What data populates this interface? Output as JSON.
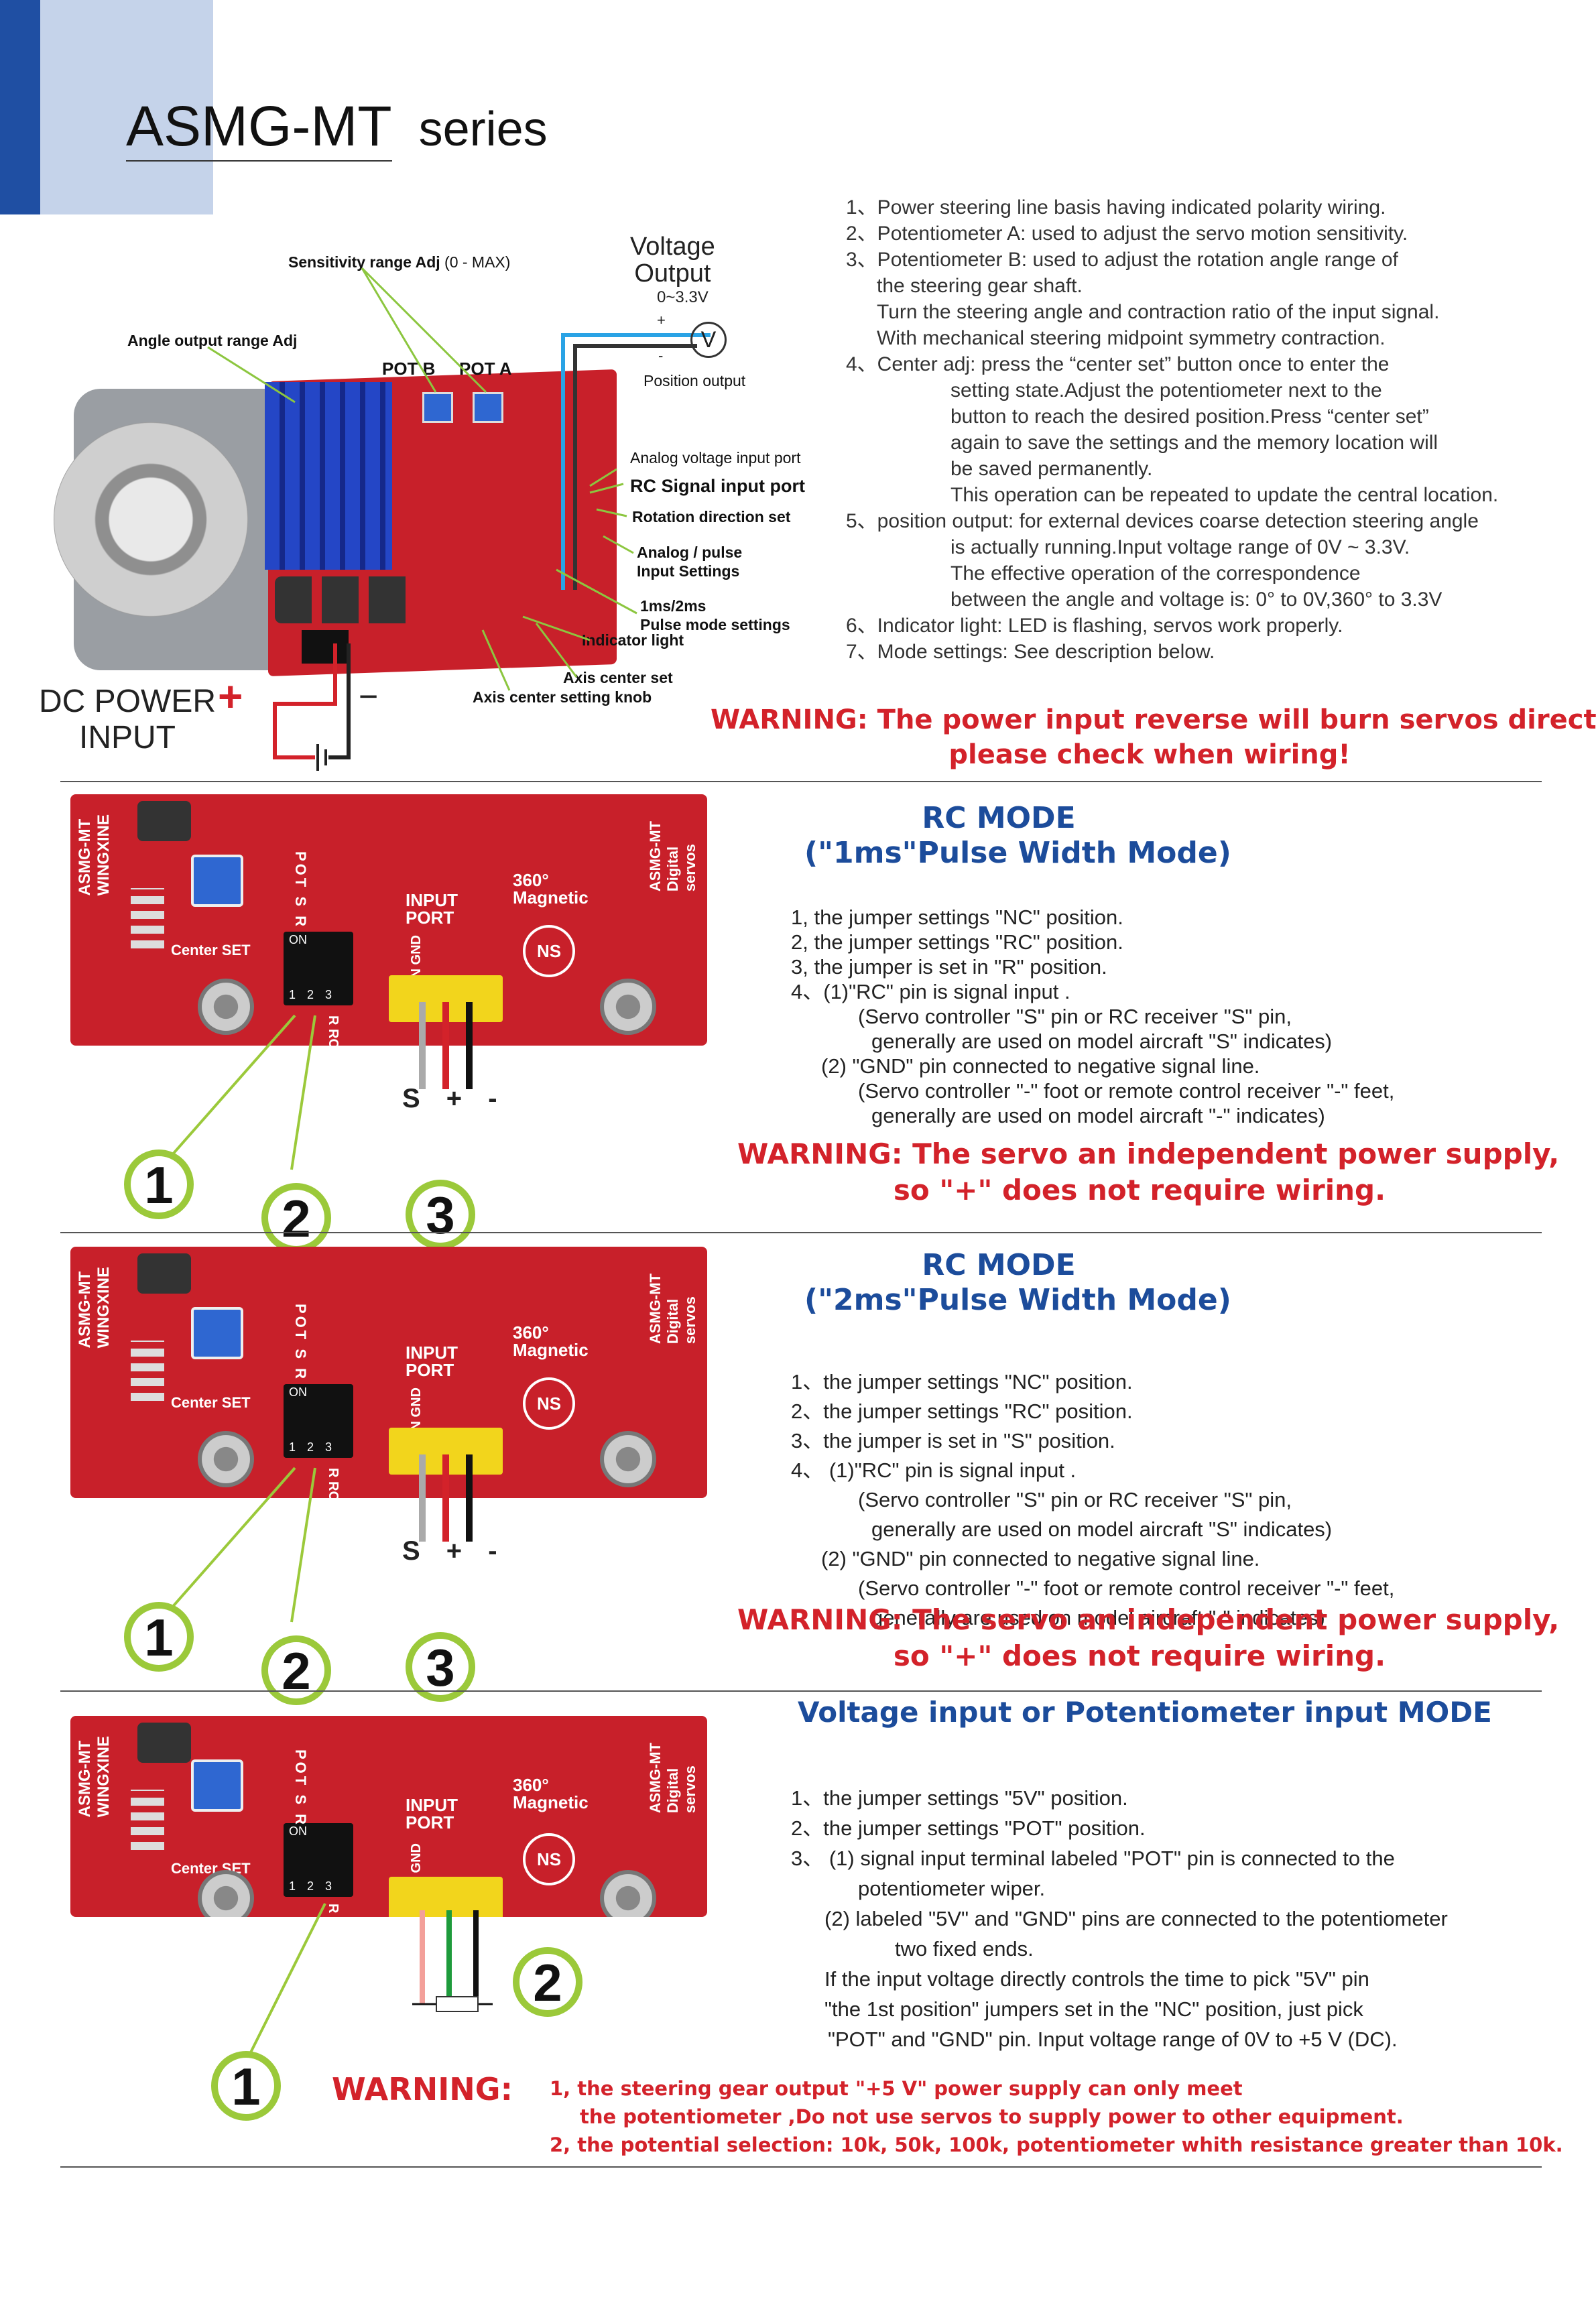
{
  "header": {
    "model": "ASMG-MT",
    "series": "series"
  },
  "diagram": {
    "voltage_output": "Voltage\nOutput",
    "voltage_range": "0~3.3V",
    "plus": "+",
    "minus": "-",
    "meter": "V",
    "labels": {
      "sensitivity": "Sensitivity range Adj",
      "sensitivity_range": "(0 - MAX)",
      "angle_output": "Angle output range Adj",
      "pot_b": "POT B",
      "pot_a": "POT A",
      "position_output": "Position output",
      "analog_input": "Analog voltage input port",
      "rc_signal": "RC Signal input port",
      "rotation": "Rotation direction set",
      "analog_pulse": "Analog / pulse\nInput Settings",
      "pulse_mode": "1ms/2ms\nPulse mode settings",
      "indicator": "Indicator light",
      "axis_center": "Axis center set",
      "axis_knob": "Axis center setting knob"
    },
    "dc_power": "DC POWER\nINPUT",
    "dc_plus": "+",
    "dc_minus": "−"
  },
  "notes": [
    {
      "text": "1、Power steering line basis having indicated polarity wiring.",
      "indent": 0
    },
    {
      "text": "2、Potentiometer A: used to adjust the servo motion sensitivity.",
      "indent": 0
    },
    {
      "text": "3、Potentiometer B: used to adjust the rotation angle range of",
      "indent": 0
    },
    {
      "text": "the steering gear shaft.",
      "indent": 1
    },
    {
      "text": "Turn the steering angle and contraction ratio of the input signal.",
      "indent": 1
    },
    {
      "text": "With mechanical steering midpoint symmetry contraction.",
      "indent": 1
    },
    {
      "text": "4、Center adj: press the “center set” button once to enter the",
      "indent": 0
    },
    {
      "text": "setting state.Adjust the potentiometer next to the",
      "indent": 2
    },
    {
      "text": "button to reach the desired position.Press “center set”",
      "indent": 2
    },
    {
      "text": "again to save the settings and the memory location will",
      "indent": 2
    },
    {
      "text": "be saved permanently.",
      "indent": 2
    },
    {
      "text": "This operation can be repeated to update the central location.",
      "indent": 2
    },
    {
      "text": "5、position output: for external devices coarse detection steering angle",
      "indent": 0
    },
    {
      "text": "is actually running.Input voltage range of 0V ~ 3.3V.",
      "indent": 2
    },
    {
      "text": "The effective operation of the correspondence",
      "indent": 2
    },
    {
      "text": "between the angle and voltage is: 0° to 0V,360° to 3.3V",
      "indent": 2
    },
    {
      "text": "6、Indicator light: LED is flashing, servos work properly.",
      "indent": 0
    },
    {
      "text": "7、Mode settings: See description below.",
      "indent": 0
    }
  ],
  "warning_top": "WARNING: The power input reverse will burn servos directly,\nplease check when wiring!",
  "pcb": {
    "brand": "ASMG-MT\nWINGXINE",
    "center_set": "Center SET",
    "input_port": "INPUT\nPORT",
    "magnetic": "360°\nMagnetic",
    "ns": "NS",
    "digital": "ASMG-MT\nDigital\nservos",
    "sw_on": "ON",
    "sw_nums": "1 2 3",
    "pins": "5V AIN GND",
    "pot_s": "POT  S  R",
    "rc_f": "R  RC  F"
  },
  "modes": [
    {
      "title": "RC MODE",
      "subtitle": "(\"1ms\"Pulse Width Mode)",
      "lines": [
        "1, the jumper settings \"NC\" position.",
        "2, the jumper settings \"RC\" position.",
        "3, the jumper is set in \"R\" position.",
        "4、(1)\"RC\" pin is signal input .",
        "(Servo controller \"S\" pin or RC receiver \"S\" pin,",
        "generally are used on model aircraft \"S\" indicates)",
        "(2) \"GND\" pin connected to negative signal line.",
        "(Servo controller \"-\" foot or remote control receiver \"-\" feet,",
        "generally are used on model aircraft \"-\" indicates)"
      ],
      "warning": "WARNING: The servo an independent power supply,\nso \"+\" does not require wiring.",
      "wire_labels": "S + -",
      "badges": [
        "1",
        "2",
        "3"
      ]
    },
    {
      "title": "RC MODE",
      "subtitle": "(\"2ms\"Pulse Width Mode)",
      "lines": [
        "1、the jumper settings \"NC\" position.",
        "2、the jumper settings \"RC\" position.",
        "3、the jumper is set in \"S\" position.",
        "4、 (1)\"RC\" pin is signal input .",
        "(Servo controller \"S\" pin or RC receiver \"S\" pin,",
        "generally are used on model aircraft \"S\" indicates)",
        "(2) \"GND\" pin connected to negative signal line.",
        "(Servo controller \"-\" foot or remote control receiver \"-\" feet,",
        "generally are used on model aircraft \"-\" indicates)"
      ],
      "warning": "WARNING: The servo an independent power supply,\nso \"+\" does not require wiring.",
      "wire_labels": "S + -",
      "badges": [
        "1",
        "2",
        "3"
      ]
    },
    {
      "title": "Voltage input or Potentiometer input MODE",
      "lines": [
        "1、the jumper settings \"5V\" position.",
        "2、the jumper settings \"POT\" position.",
        "3、 (1) signal input terminal labeled \"POT\" pin is connected to the",
        "potentiometer wiper.",
        "(2) labeled \"5V\" and \"GND\" pins are connected to the potentiometer",
        "two fixed ends.",
        "If the input voltage directly controls the time to pick \"5V\" pin",
        "\"the 1st position\" jumpers set in the \"NC\" position, just pick",
        "\"POT\" and \"GND\" pin. Input voltage range of 0V to +5 V (DC)."
      ],
      "warning_label": "WARNING:",
      "warning_lines": [
        "1, the steering gear output \"+5 V\" power supply can only meet",
        "the potentiometer ,Do not use servos to supply power to other equipment.",
        "2, the potential selection: 10k, 50k, 100k, potentiometer whith resistance greater than 10k."
      ],
      "badges": [
        "1",
        "2"
      ]
    }
  ],
  "colors": {
    "accent": "#1f4fa3",
    "accent_light": "#c5d3ea",
    "pcb": "#c8202a",
    "warning": "#d3222a",
    "mode_title": "#1c4c9b",
    "badge_ring": "#9bc93a"
  }
}
